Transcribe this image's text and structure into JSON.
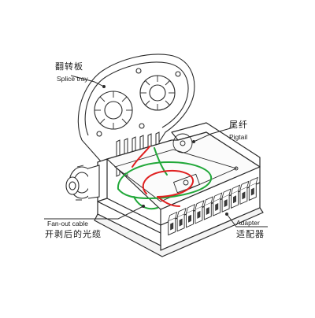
{
  "labels": {
    "splice_tray": {
      "cn": "翻转板",
      "en": "Splice tray"
    },
    "pigtail": {
      "cn": "尾纤",
      "en": "Pigtail"
    },
    "fanout": {
      "en": "Fan-out cable",
      "cn": "开剥后的光缆"
    },
    "adapter": {
      "en": "Adapter",
      "cn": "适配器"
    }
  },
  "colors": {
    "line": "#2a2a2a",
    "fiber_green": "#22a83a",
    "fiber_red": "#e02020",
    "background": "#ffffff"
  },
  "adapter_count": 10
}
